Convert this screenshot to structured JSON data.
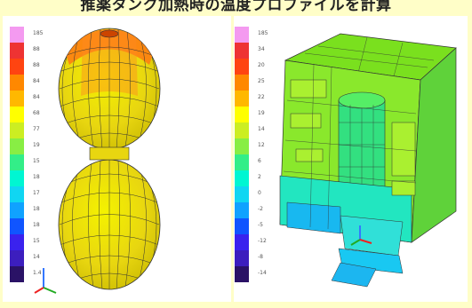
{
  "title": "推薬タンク加熱時の温度プロファイルを計算",
  "left_legend": {
    "colors": [
      "#f49af0",
      "#ee3333",
      "#ff4411",
      "#ff8800",
      "#ffb800",
      "#ffff00",
      "#ccee22",
      "#88ee44",
      "#33ee88",
      "#00f6d2",
      "#10d6f2",
      "#10a2ff",
      "#1055ff",
      "#3a22ee",
      "#3c1ebe",
      "#2a1266"
    ],
    "labels": [
      "185",
      "88",
      "88",
      "84",
      "84",
      "68",
      "77",
      "19",
      "15",
      "18",
      "17",
      "18",
      "18",
      "15",
      "14",
      "1.4"
    ]
  },
  "right_legend": {
    "colors": [
      "#f49af0",
      "#ee3333",
      "#ff4411",
      "#ff8800",
      "#ffb800",
      "#ffff00",
      "#ccee22",
      "#88ee44",
      "#33ee88",
      "#00f6d2",
      "#10d6f2",
      "#10a2ff",
      "#1055ff",
      "#3a22ee",
      "#3c1ebe",
      "#2a1266"
    ],
    "labels": [
      "185",
      "34",
      "20",
      "25",
      "22",
      "19",
      "14",
      "12",
      "6",
      "2",
      "0",
      "-2",
      "-5",
      "-12",
      "-8",
      "-14"
    ]
  },
  "left_axes": {
    "x": "x",
    "y": "y",
    "z": "z"
  },
  "right_axes": {
    "x": "x",
    "y": "y",
    "z": "z"
  }
}
